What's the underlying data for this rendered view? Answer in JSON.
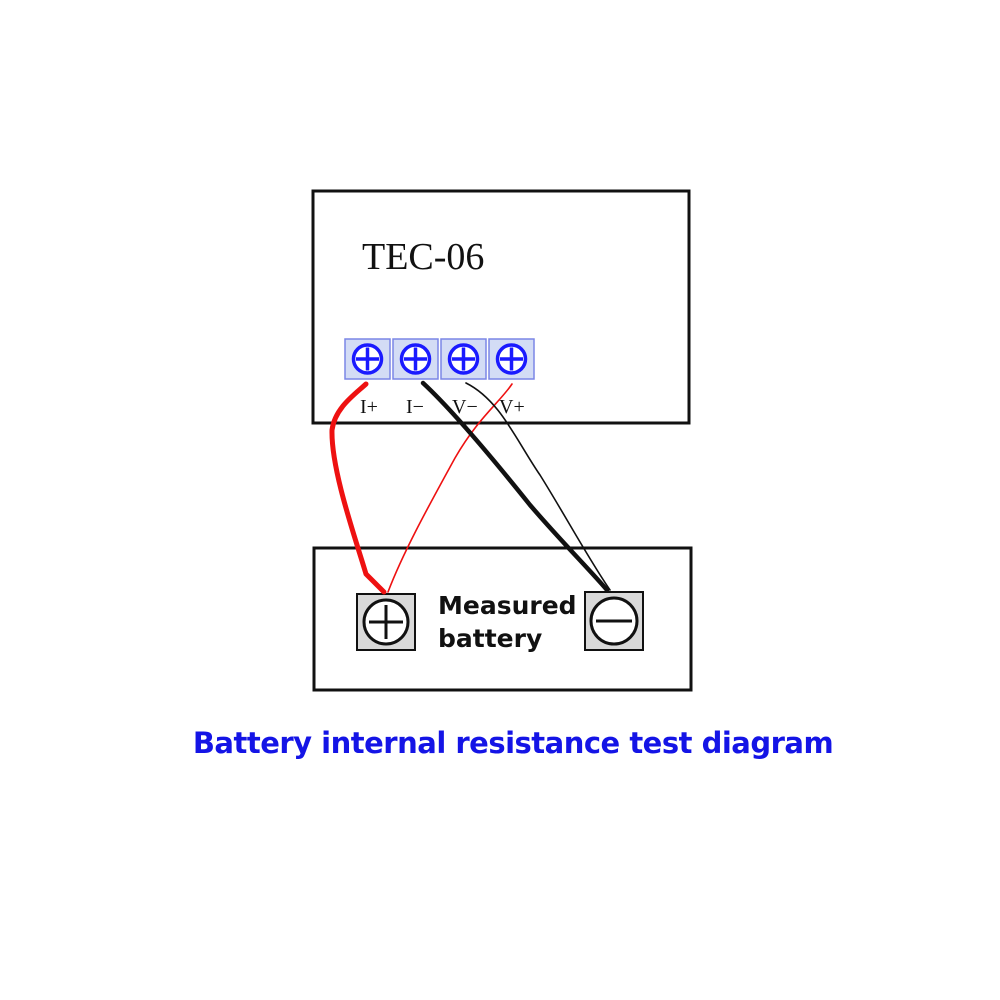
{
  "device": {
    "model": "TEC-06",
    "terminals": [
      {
        "label": "I+"
      },
      {
        "label": "I−"
      },
      {
        "label": "V−"
      },
      {
        "label": "V+"
      }
    ],
    "terminal_color": "#1a1aff"
  },
  "battery": {
    "label_line1": "Measured",
    "label_line2": "battery",
    "positive_terminal": "plus-symbol",
    "negative_terminal": "minus-symbol"
  },
  "wires": [
    {
      "from": "I+",
      "to": "battery +",
      "color": "#ee1111",
      "weight": "thick"
    },
    {
      "from": "V+",
      "to": "battery +",
      "color": "#ee1111",
      "weight": "thin"
    },
    {
      "from": "I−",
      "to": "battery −",
      "color": "#111111",
      "weight": "thick"
    },
    {
      "from": "V−",
      "to": "battery −",
      "color": "#111111",
      "weight": "thin"
    }
  ],
  "caption": "Battery internal resistance test diagram"
}
